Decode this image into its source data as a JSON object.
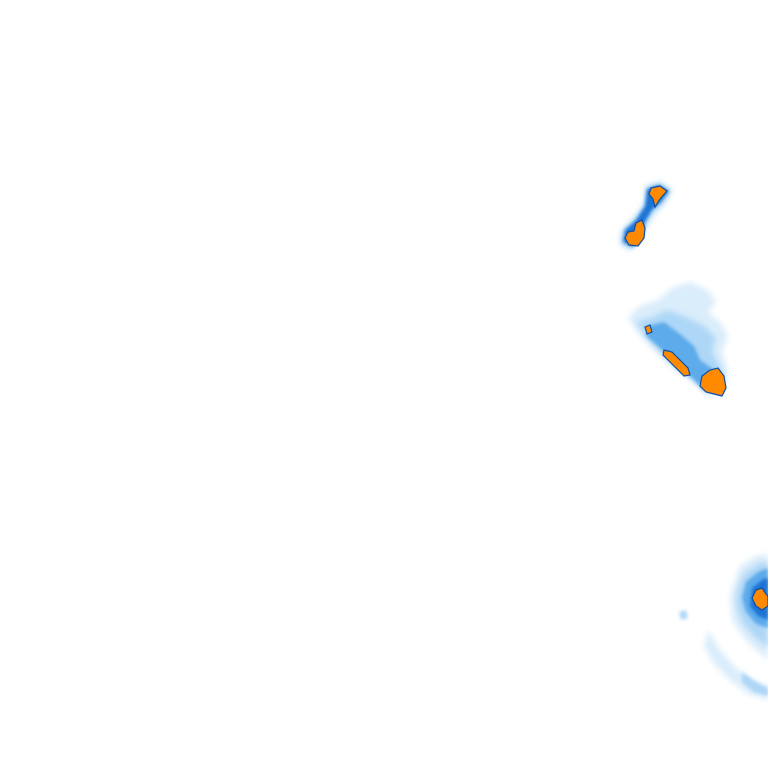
{
  "map": {
    "background": "#ffffff",
    "legend_visible": false,
    "labels_visible": false,
    "intensity_palette": {
      "very_light": "#d6ebfb",
      "light": "#a9d4f6",
      "medium": "#5aa9ea",
      "strong": "#1a73d4",
      "outline": "#0b4fa8",
      "core": "#ff8a00"
    },
    "cells": [
      {
        "id": "cell-north"
      },
      {
        "id": "cell-central"
      },
      {
        "id": "cell-southeast"
      }
    ]
  }
}
